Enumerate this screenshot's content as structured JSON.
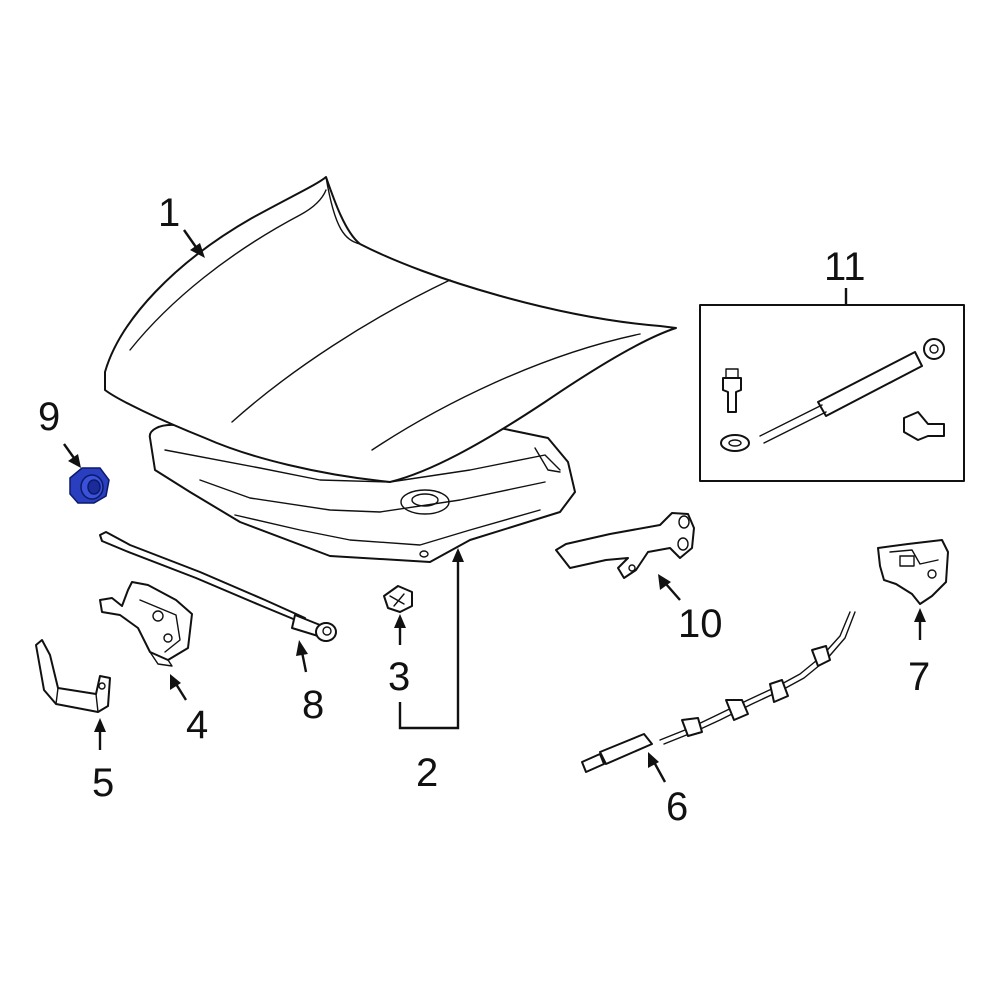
{
  "callouts": {
    "c1": "1",
    "c2": "2",
    "c3": "3",
    "c4": "4",
    "c5": "5",
    "c6": "6",
    "c7": "7",
    "c8": "8",
    "c9": "9",
    "c10": "10",
    "c11": "11"
  },
  "parts": [
    {
      "callout": "1",
      "icon": "hood-panel-icon"
    },
    {
      "callout": "2",
      "icon": "hood-insulator-icon"
    },
    {
      "callout": "3",
      "icon": "retainer-clip-icon"
    },
    {
      "callout": "4",
      "icon": "hood-latch-icon"
    },
    {
      "callout": "5",
      "icon": "latch-bracket-icon"
    },
    {
      "callout": "6",
      "icon": "release-cable-icon"
    },
    {
      "callout": "7",
      "icon": "release-handle-icon"
    },
    {
      "callout": "8",
      "icon": "prop-rod-icon"
    },
    {
      "callout": "9",
      "icon": "bumper-icon",
      "highlighted": true
    },
    {
      "callout": "10",
      "icon": "hood-hinge-icon"
    },
    {
      "callout": "11",
      "icon": "lift-support-kit-icon"
    }
  ],
  "colors": {
    "line": "#111111",
    "background": "#ffffff",
    "highlight": "#2a3fbf",
    "highlight_dark": "#0a1a6a"
  }
}
